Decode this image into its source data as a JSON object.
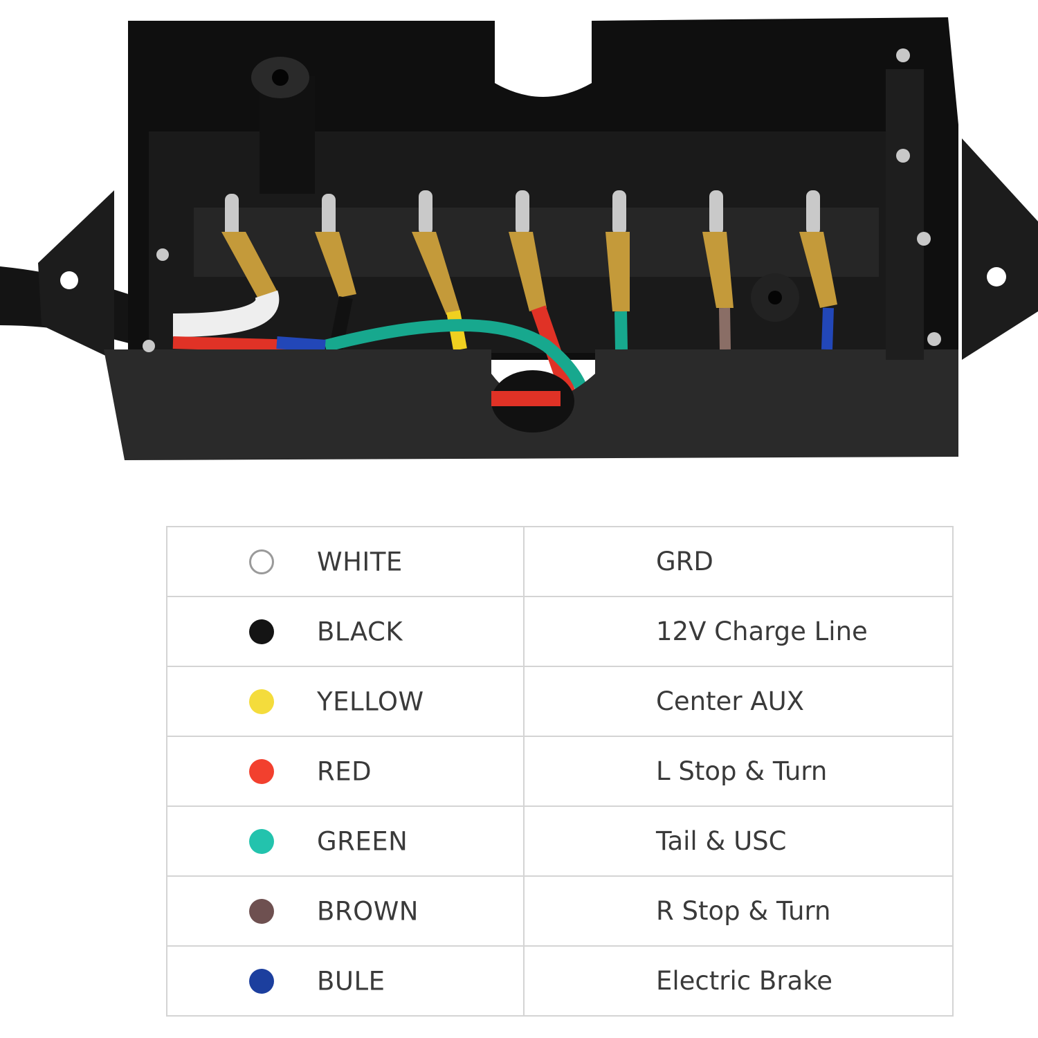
{
  "photo": {
    "subject": "7-way trailer wiring junction box with 7 terminal posts and colored wires",
    "terminal_count": 7,
    "wire_colors_left_to_right": [
      "white",
      "black",
      "yellow",
      "red",
      "green",
      "brown",
      "blue"
    ]
  },
  "wiring_table": {
    "rows": [
      {
        "color_label": "WHITE",
        "function": "GRD",
        "dot_color": "#ffffff",
        "dot_border": "#9a9a9a"
      },
      {
        "color_label": "BLACK",
        "function": "12V Charge Line",
        "dot_color": "#141414",
        "dot_border": "#141414"
      },
      {
        "color_label": "YELLOW",
        "function": "Center AUX",
        "dot_color": "#f4dc3c",
        "dot_border": "#f4dc3c"
      },
      {
        "color_label": "RED",
        "function": "L Stop & Turn",
        "dot_color": "#f2402e",
        "dot_border": "#f2402e"
      },
      {
        "color_label": "GREEN",
        "function": "Tail & USC",
        "dot_color": "#23c3ad",
        "dot_border": "#23c3ad"
      },
      {
        "color_label": "BROWN",
        "function": "R Stop & Turn",
        "dot_color": "#6e5050",
        "dot_border": "#6e5050"
      },
      {
        "color_label": "BULE",
        "function": "Electric Brake",
        "dot_color": "#1c3f9e",
        "dot_border": "#1c3f9e"
      }
    ]
  }
}
